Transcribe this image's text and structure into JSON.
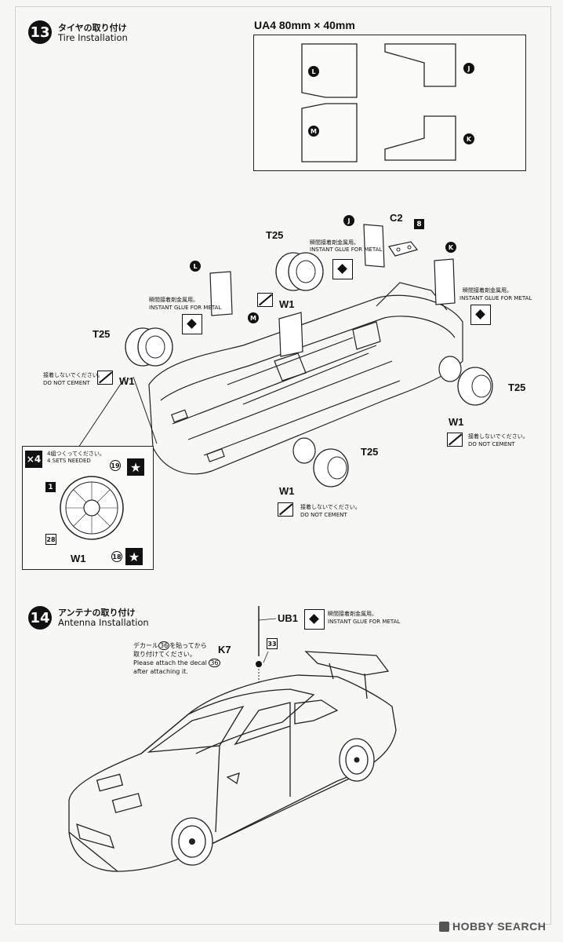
{
  "step13": {
    "number": "13",
    "title_jp": "タイヤの取り付け",
    "title_en": "Tire Installation",
    "sheet_label": "UA4  80mm × 40mm",
    "sheet_parts": [
      "L",
      "J",
      "M",
      "K"
    ],
    "parts": {
      "t25": "T25",
      "w1": "W1",
      "c2": "C2",
      "c2_decal": "8",
      "j": "J",
      "k": "K",
      "l": "L",
      "m": "M"
    },
    "glue_note_jp": "瞬間接着剤金属用。",
    "glue_note_en": "INSTANT GLUE FOR METAL",
    "no_cement_jp": "接着しないでください。",
    "no_cement_en": "DO NOT CEMENT",
    "wheel_box": {
      "multiplier": "×4",
      "sets_jp": "4組つくってください。",
      "sets_en": "4 SETS NEEDED",
      "decal_19": "19",
      "decal_1": "1",
      "decal_28": "28",
      "decal_18": "18",
      "part": "W1"
    }
  },
  "step14": {
    "number": "14",
    "title_jp": "アンテナの取り付け",
    "title_en": "Antenna Installation",
    "part_ub1": "UB1",
    "part_k7": "K7",
    "decal_33": "33",
    "glue_note_jp": "瞬間接着剤金属用。",
    "glue_note_en": "INSTANT GLUE FOR METAL",
    "decal_note_jp1": "デカール",
    "decal_note_num": "36",
    "decal_note_jp2": "を貼ってから",
    "decal_note_jp3": "取り付けてください。",
    "decal_note_en1": "Please attach the decal",
    "decal_note_en2": "after attaching it."
  },
  "watermark": {
    "brand": "HOBBY SEARCH"
  }
}
